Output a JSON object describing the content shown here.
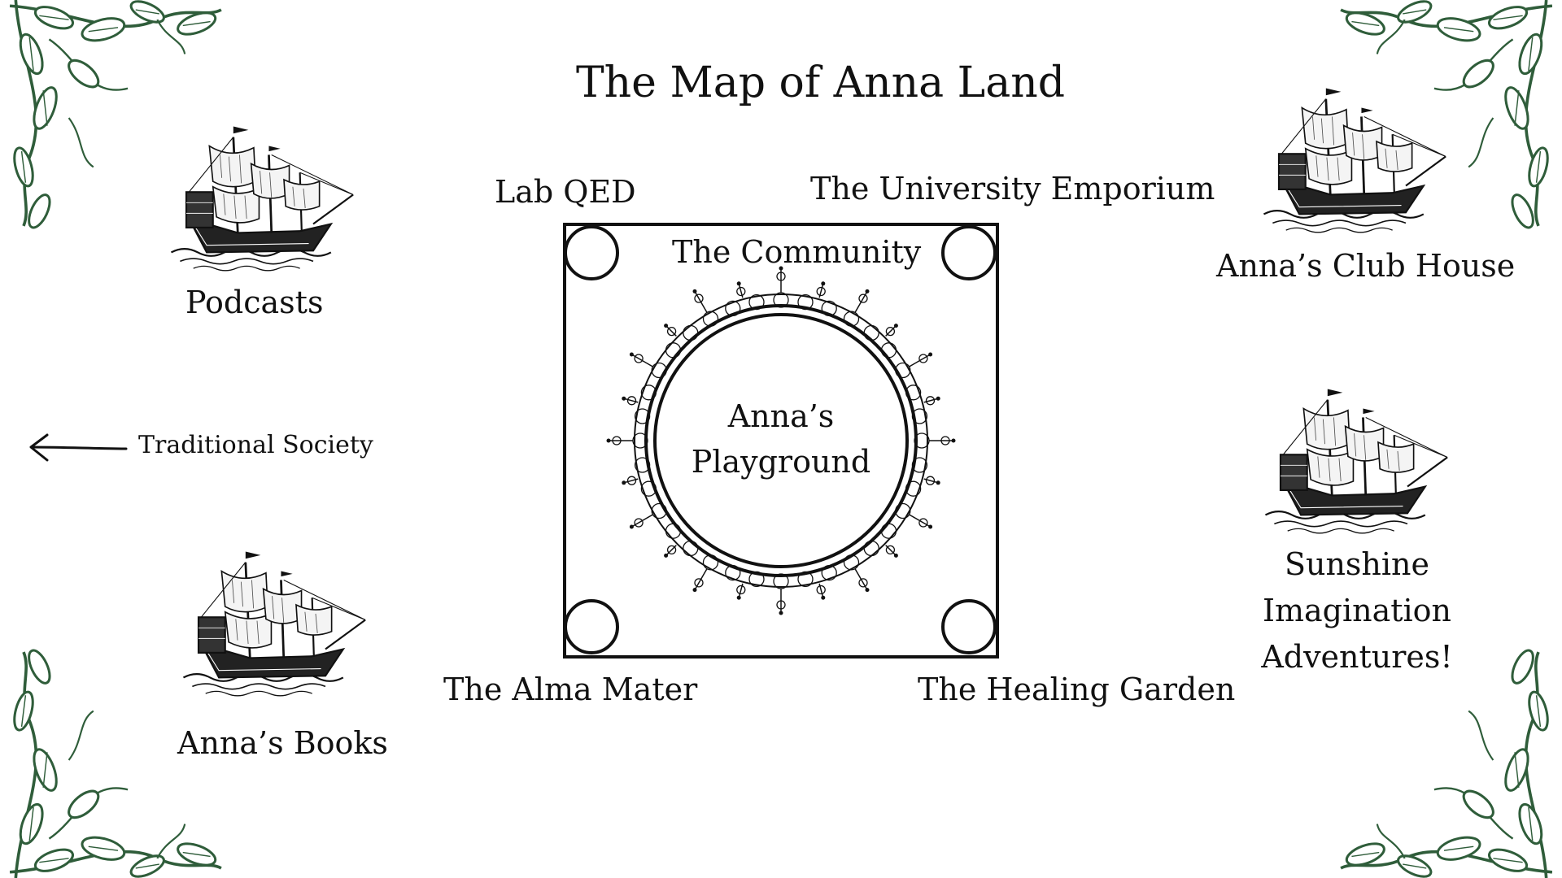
{
  "title": "The Map of Anna Land",
  "colors": {
    "ink": "#111111",
    "vine": "#2f5d3a",
    "background": "#ffffff"
  },
  "icons": {
    "ship": "ship-icon",
    "vine": "vine-corner-icon",
    "arrow": "arrow-left-icon",
    "medallion": "ornamental-medallion-icon"
  },
  "map": {
    "center_label_line1": "Anna’s",
    "center_label_line2": "Playground",
    "top_center": "The Community",
    "top_left": "Lab QED",
    "top_right": "The University Emporium",
    "bottom_left": "The Alma Mater",
    "bottom_right": "The Healing Garden"
  },
  "left": {
    "ship_top_label": "Podcasts",
    "arrow_label": "Traditional Society",
    "ship_bottom_label": "Anna’s Books"
  },
  "right": {
    "ship_top_label": "Anna’s Club House",
    "ship_bottom_label_line1": "Sunshine",
    "ship_bottom_label_line2": "Imagination",
    "ship_bottom_label_line3": "Adventures!"
  }
}
